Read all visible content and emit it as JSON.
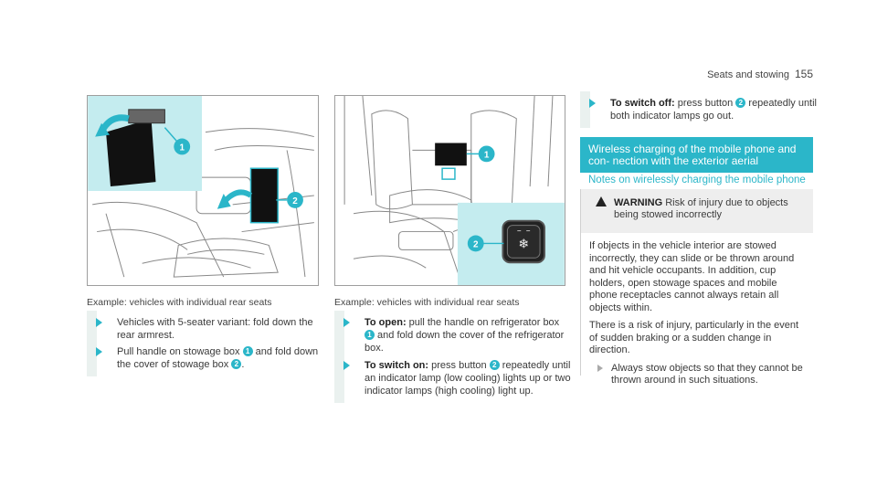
{
  "header": {
    "section": "Seats and stowing",
    "page": "155"
  },
  "figure1": {
    "callouts": [
      "1",
      "2"
    ],
    "caption": "Example: vehicles with individual rear seats"
  },
  "figure2": {
    "callouts": [
      "1",
      "2"
    ],
    "caption": "Example: vehicles with individual rear seats"
  },
  "left_steps": [
    {
      "text": "Vehicles with 5-seater variant: fold down the rear armrest."
    },
    {
      "pre": "Pull handle on stowage box ",
      "n1": "1",
      "mid": " and fold down the cover of stowage box ",
      "n2": "2",
      "post": "."
    }
  ],
  "middle_steps": [
    {
      "bold": "To open:",
      "pre": " pull the handle on refrigerator box ",
      "n1": "1",
      "post": " and fold down the cover of the refrigerator box."
    },
    {
      "bold": "To switch on:",
      "pre": " press button ",
      "n1": "2",
      "post": " repeatedly until an indicator lamp (low cooling) lights up or two indicator lamps (high cooling) light up."
    }
  ],
  "right_step": {
    "bold": "To switch off:",
    "pre": " press button ",
    "n1": "2",
    "post": " repeatedly until both indicator lamps go out."
  },
  "section_heading": "Wireless charging of the mobile phone and con- nection with the exterior aerial",
  "subheading": "Notes on wirelessly charging the mobile phone",
  "warning": {
    "title": "WARNING",
    "line1": "Risk of injury due to objects",
    "line2": "being stowed incorrectly",
    "para1": "If objects in the vehicle interior are stowed incorrectly, they can slide or be thrown around and hit vehicle occupants. In addition, cup holders, open stowage spaces and mobile phone receptacles cannot always retain all objects within.",
    "para2": "There is a risk of injury, particularly in the event of sudden braking or a sudden change in direction.",
    "step": "Always stow objects so that they cannot be thrown around in such situations."
  },
  "colors": {
    "accent": "#2bb6c9",
    "highlight_panel": "#c4ecef",
    "warning_bg": "#eeeeee"
  }
}
